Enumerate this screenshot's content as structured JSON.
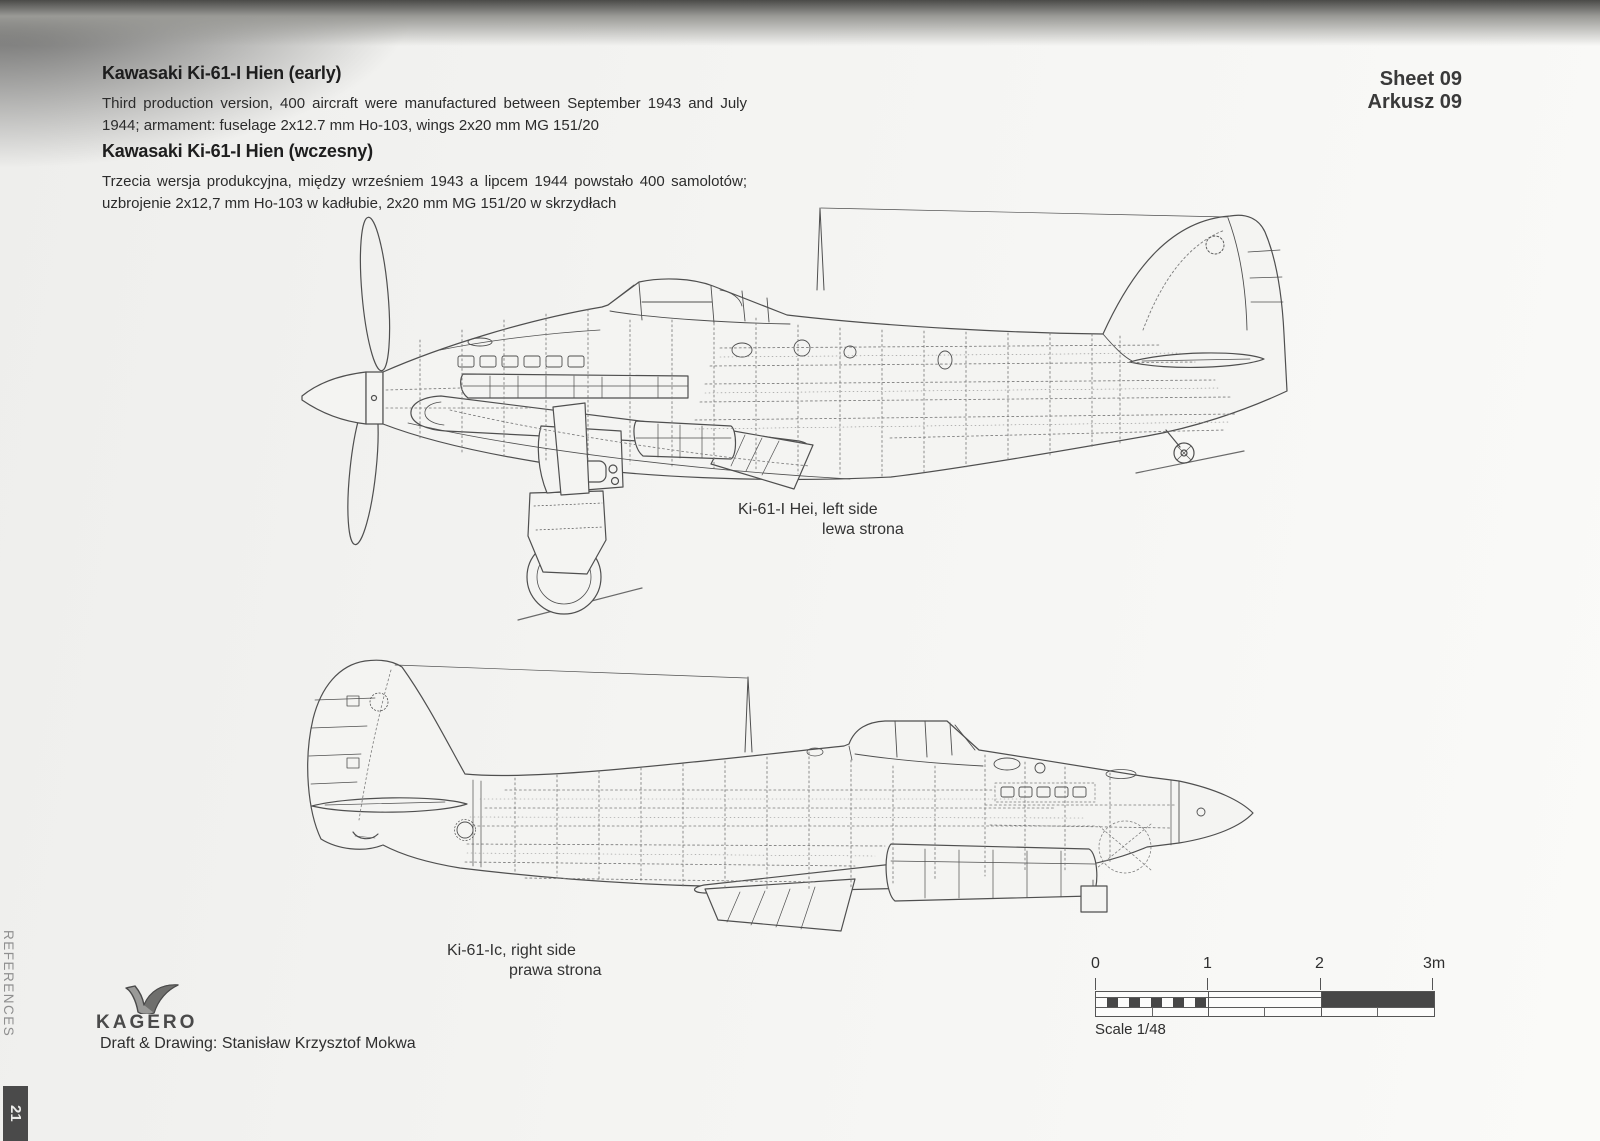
{
  "page": {
    "sheet_label_en": "Sheet 09",
    "sheet_label_pl": "Arkusz 09",
    "section_label": "REFERENCES",
    "page_number": "21"
  },
  "header": {
    "title_en": "Kawasaki Ki-61-I Hien (early)",
    "desc_en": "Third production version, 400 aircraft were manufactured between September 1943 and July 1944; armament: fuselage 2x12.7 mm Ho-103, wings 2x20 mm MG 151/20",
    "title_pl": "Kawasaki Ki-61-I Hien (wczesny)",
    "desc_pl": "Trzecia wersja produkcyjna, między wrześniem 1943 a lipcem 1944 powstało 400 samolotów; uzbrojenie 2x12,7 mm Ho-103 w kadłubie, 2x20 mm MG 151/20 w skrzydłach"
  },
  "drawings": [
    {
      "name": "Ki-61-I Hei left side view",
      "caption_en": "Ki-61-I Hei, left side",
      "caption_pl": "lewa strona"
    },
    {
      "name": "Ki-61-Ic right side view",
      "caption_en": "Ki-61-Ic, right side",
      "caption_pl": "prawa strona"
    }
  ],
  "footer": {
    "publisher": "KAGERO",
    "credit": "Draft & Drawing: Stanisław Krzysztof Mokwa"
  },
  "scale_bar": {
    "ticks": [
      "0",
      "1",
      "2",
      "3m"
    ],
    "label": "Scale 1/48"
  },
  "icons": {
    "logo": "kagero-bird-icon"
  },
  "colors": {
    "ink": "#2f2f2f",
    "paper": "#f4f4f2",
    "line": "#4f4f4f",
    "box": "#4a4a4a"
  }
}
